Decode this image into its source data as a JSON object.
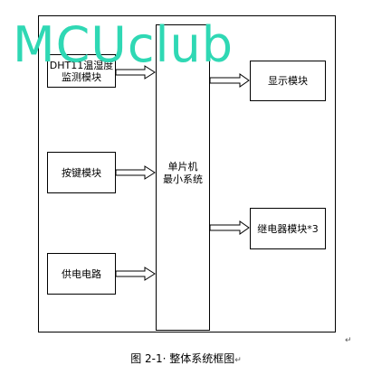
{
  "diagram": {
    "inputs": [
      {
        "label": "DHT11温湿度\n监测模块"
      },
      {
        "label": "按键模块"
      },
      {
        "label": "供电电路"
      }
    ],
    "controller": {
      "label": "单片机\n最小系统"
    },
    "outputs": [
      {
        "label": "显示模块"
      },
      {
        "label": "继电器模块*3"
      }
    ]
  },
  "watermark": "MCUclub",
  "caption": "图 2-1· 整体系统框图",
  "paragraph_mark": "↵"
}
